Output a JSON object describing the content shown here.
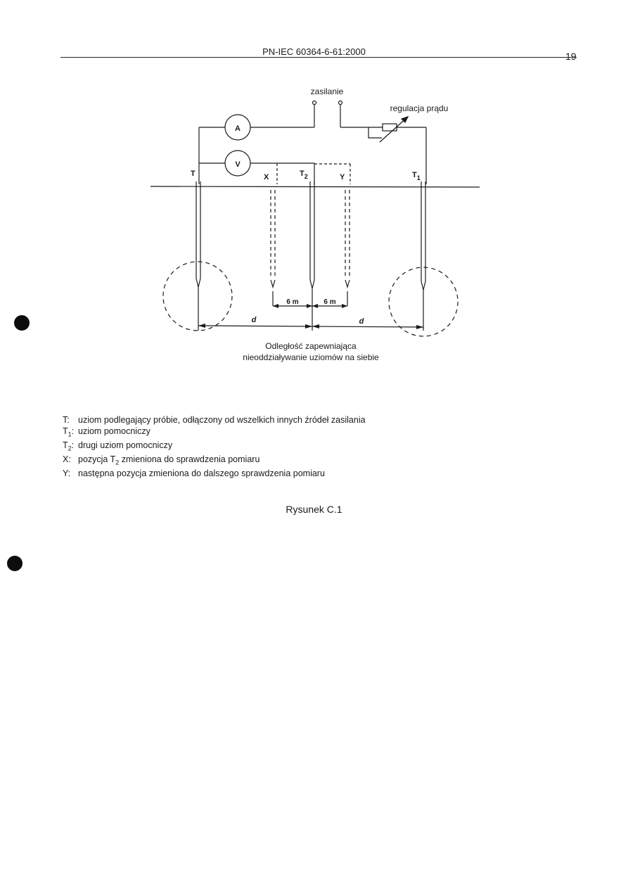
{
  "header": {
    "title": "PN-IEC 60364-6-61:2000",
    "page_number": "19"
  },
  "figure": {
    "supply_label": "zasilanie",
    "current_regulation_label": "regulacja prądu",
    "ammeter_label": "A",
    "voltmeter_label": "V",
    "electrode_labels": {
      "T": "T",
      "X": "X",
      "T2_main": "T",
      "T2_sub": "2",
      "Y": "Y",
      "T1_main": "T",
      "T1_sub": "1"
    },
    "spacing_left": "6 m",
    "spacing_right": "6 m",
    "distance_left": "d",
    "distance_right": "d",
    "note_line1": "Odległość zapewniająca",
    "note_line2": "nieoddziaływanie uziomów na siebie"
  },
  "legend": [
    {
      "key": "T:",
      "text": "uziom podlegający próbie, odłączony od wszelkich innych źródeł zasilania"
    },
    {
      "key": "T",
      "key_sub": "1",
      "key_end": ":",
      "text": "uziom pomocniczy"
    },
    {
      "key": "T",
      "key_sub": "2",
      "key_end": ":",
      "text": "drugi uziom pomocniczy"
    },
    {
      "key": "X:",
      "text_pre": "pozycja T",
      "text_sub": "2",
      "text_post": " zmieniona do sprawdzenia  pomiaru"
    },
    {
      "key": "Y:",
      "text": "następna pozycja zmieniona do dalszego sprawdzenia pomiaru"
    }
  ],
  "caption": "Rysunek C.1"
}
